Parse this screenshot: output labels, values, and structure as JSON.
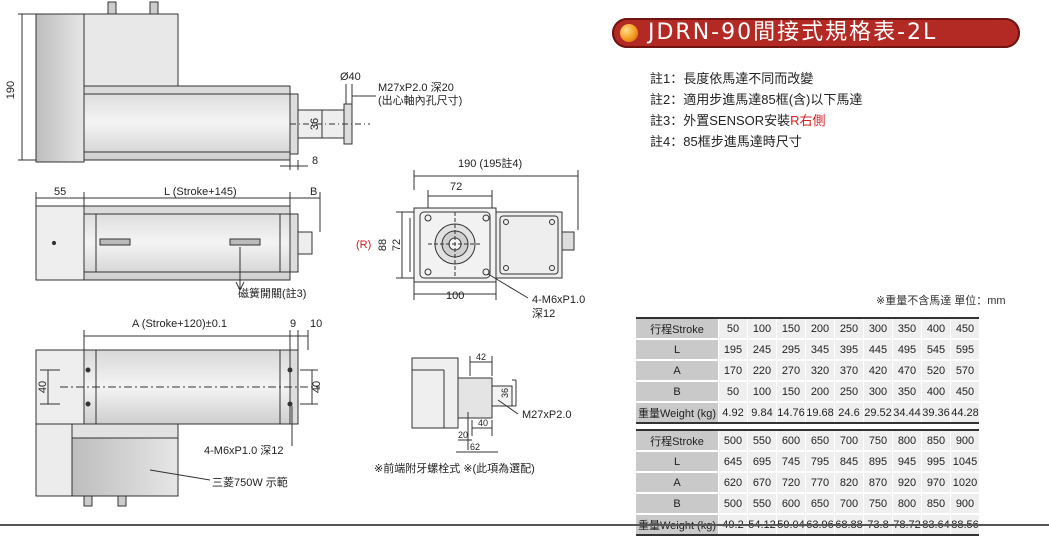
{
  "title": "JDRN-90間接式規格表-2L",
  "notes": [
    {
      "label": "註1：",
      "text": "長度依馬達不同而改變"
    },
    {
      "label": "註2：",
      "text": "適用步進馬達85框(含)以下馬達"
    },
    {
      "label": "註3：",
      "text": "外置SENSOR安裝",
      "highlight": "R右側"
    },
    {
      "label": "註4：",
      "text": "85框步進馬達時尺寸"
    }
  ],
  "unit_note": "※重量不含馬達  單位：mm",
  "colors": {
    "title_bg": "#b32a24",
    "highlight": "#d21f1f",
    "header_bg": "#c9c9c9",
    "cell_bg": "#efefef"
  },
  "drawing": {
    "dim_190_v": "190",
    "dim_phi40": "Ø40",
    "thread_note_1": "M27xP2.0 深20",
    "thread_note_2": "(出心軸內孔尺寸)",
    "dim_36": "36",
    "dim_8": "8",
    "dim_55": "55",
    "dim_L": "L (Stroke+145)",
    "dim_B": "B",
    "switch_label": "磁簧開關(註3)",
    "dim_A": "A (Stroke+120)±0.1",
    "dim_9": "9",
    "dim_10": "10",
    "dim_40_left": "40",
    "dim_40_right": "40",
    "hole_note_bottom": "4-M6xP1.0 深12",
    "motor_note": "三菱750W 示範",
    "end_dim_190": "190 (195註4)",
    "end_dim_72_top": "72",
    "end_R": "(R)",
    "end_dim_88": "88",
    "end_dim_72_side": "72",
    "end_dim_100": "100",
    "end_hole_note_1": "4-M6xP1.0",
    "end_hole_note_2": "深12",
    "detail_42": "42",
    "detail_36": "36",
    "detail_40": "40",
    "detail_20": "20",
    "detail_62": "62",
    "detail_thread": "M27xP2.0",
    "detail_caption": "※前端附牙螺栓式 ※(此項為選配)"
  },
  "table1": {
    "rows": [
      {
        "label": "行程Stroke",
        "values": [
          "50",
          "100",
          "150",
          "200",
          "250",
          "300",
          "350",
          "400",
          "450"
        ]
      },
      {
        "label": "L",
        "values": [
          "195",
          "245",
          "295",
          "345",
          "395",
          "445",
          "495",
          "545",
          "595"
        ]
      },
      {
        "label": "A",
        "values": [
          "170",
          "220",
          "270",
          "320",
          "370",
          "420",
          "470",
          "520",
          "570"
        ]
      },
      {
        "label": "B",
        "values": [
          "50",
          "100",
          "150",
          "200",
          "250",
          "300",
          "350",
          "400",
          "450"
        ]
      },
      {
        "label": "重量Weight (kg)",
        "values": [
          "4.92",
          "9.84",
          "14.76",
          "19.68",
          "24.6",
          "29.52",
          "34.44",
          "39.36",
          "44.28"
        ]
      }
    ]
  },
  "table2": {
    "rows": [
      {
        "label": "行程Stroke",
        "values": [
          "500",
          "550",
          "600",
          "650",
          "700",
          "750",
          "800",
          "850",
          "900"
        ]
      },
      {
        "label": "L",
        "values": [
          "645",
          "695",
          "745",
          "795",
          "845",
          "895",
          "945",
          "995",
          "1045"
        ]
      },
      {
        "label": "A",
        "values": [
          "620",
          "670",
          "720",
          "770",
          "820",
          "870",
          "920",
          "970",
          "1020"
        ]
      },
      {
        "label": "B",
        "values": [
          "500",
          "550",
          "600",
          "650",
          "700",
          "750",
          "800",
          "850",
          "900"
        ]
      },
      {
        "label": "重量Weight (kg)",
        "values": [
          "49.2",
          "54.12",
          "59.04",
          "63.96",
          "68.88",
          "73.8",
          "78.72",
          "83.64",
          "88.56"
        ]
      }
    ]
  }
}
